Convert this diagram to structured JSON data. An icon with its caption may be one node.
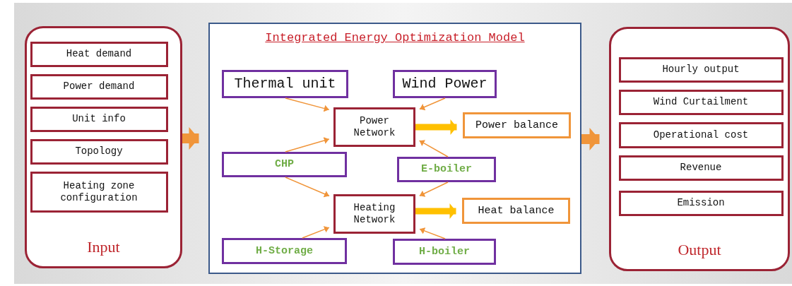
{
  "diagram": {
    "nodes": [
      {
        "text": [
          "Input"
        ]
      },
      {
        "text": [
          "Heat demand"
        ],
        "in": 0
      },
      {
        "text": [
          "Power demand"
        ],
        "in": 0
      },
      {
        "text": [
          "Unit info"
        ],
        "in": 0
      },
      {
        "text": [
          "Topology"
        ],
        "in": 0
      },
      {
        "text": [
          "Heating zone configuration"
        ],
        "in": 0
      },
      {
        "text": [
          "Integrated Energy Optimization Model"
        ]
      },
      {
        "text": [
          "Thermal unit"
        ],
        "in": 6
      },
      {
        "text": [
          "Wind Power"
        ],
        "in": 6
      },
      {
        "text": [
          "Power Network"
        ],
        "in": 6
      },
      {
        "text": [
          "Power balance"
        ],
        "in": 6
      },
      {
        "text": [
          "CHP"
        ],
        "in": 6
      },
      {
        "text": [
          "E-boiler"
        ],
        "in": 6
      },
      {
        "text": [
          "Heating Network"
        ],
        "in": 6
      },
      {
        "text": [
          "Heat balance"
        ],
        "in": 6
      },
      {
        "text": [
          "H-Storage"
        ],
        "in": 6
      },
      {
        "text": [
          "H-boiler"
        ],
        "in": 6
      },
      {
        "text": [
          "Output"
        ]
      },
      {
        "text": [
          "Hourly output"
        ],
        "in": 17
      },
      {
        "text": [
          "Wind Curtailment"
        ],
        "in": 17
      },
      {
        "text": [
          "Operational cost"
        ],
        "in": 17
      },
      {
        "text": [
          "Revenue"
        ],
        "in": 17
      },
      {
        "text": [
          "Emission"
        ],
        "in": 17
      }
    ],
    "edges": [
      {
        "from": 0,
        "to": 6,
        "arrow": "to",
        "style": "thick"
      },
      {
        "from": 6,
        "to": 17,
        "arrow": "to",
        "style": "thick"
      },
      {
        "from": 7,
        "to": 9,
        "arrow": "to"
      },
      {
        "from": 8,
        "to": 9,
        "arrow": "to"
      },
      {
        "from": 11,
        "to": 9,
        "arrow": "to"
      },
      {
        "from": 12,
        "to": 9,
        "arrow": "to"
      },
      {
        "from": 9,
        "to": 10,
        "arrow": "to",
        "style": "thick",
        "color": "#ffc000"
      },
      {
        "from": 11,
        "to": 13,
        "arrow": "to"
      },
      {
        "from": 12,
        "to": 13,
        "arrow": "to"
      },
      {
        "from": 15,
        "to": 13,
        "arrow": "to"
      },
      {
        "from": 16,
        "to": 13,
        "arrow": "to"
      },
      {
        "from": 13,
        "to": 14,
        "arrow": "to",
        "style": "thick",
        "color": "#ffc000"
      }
    ]
  }
}
